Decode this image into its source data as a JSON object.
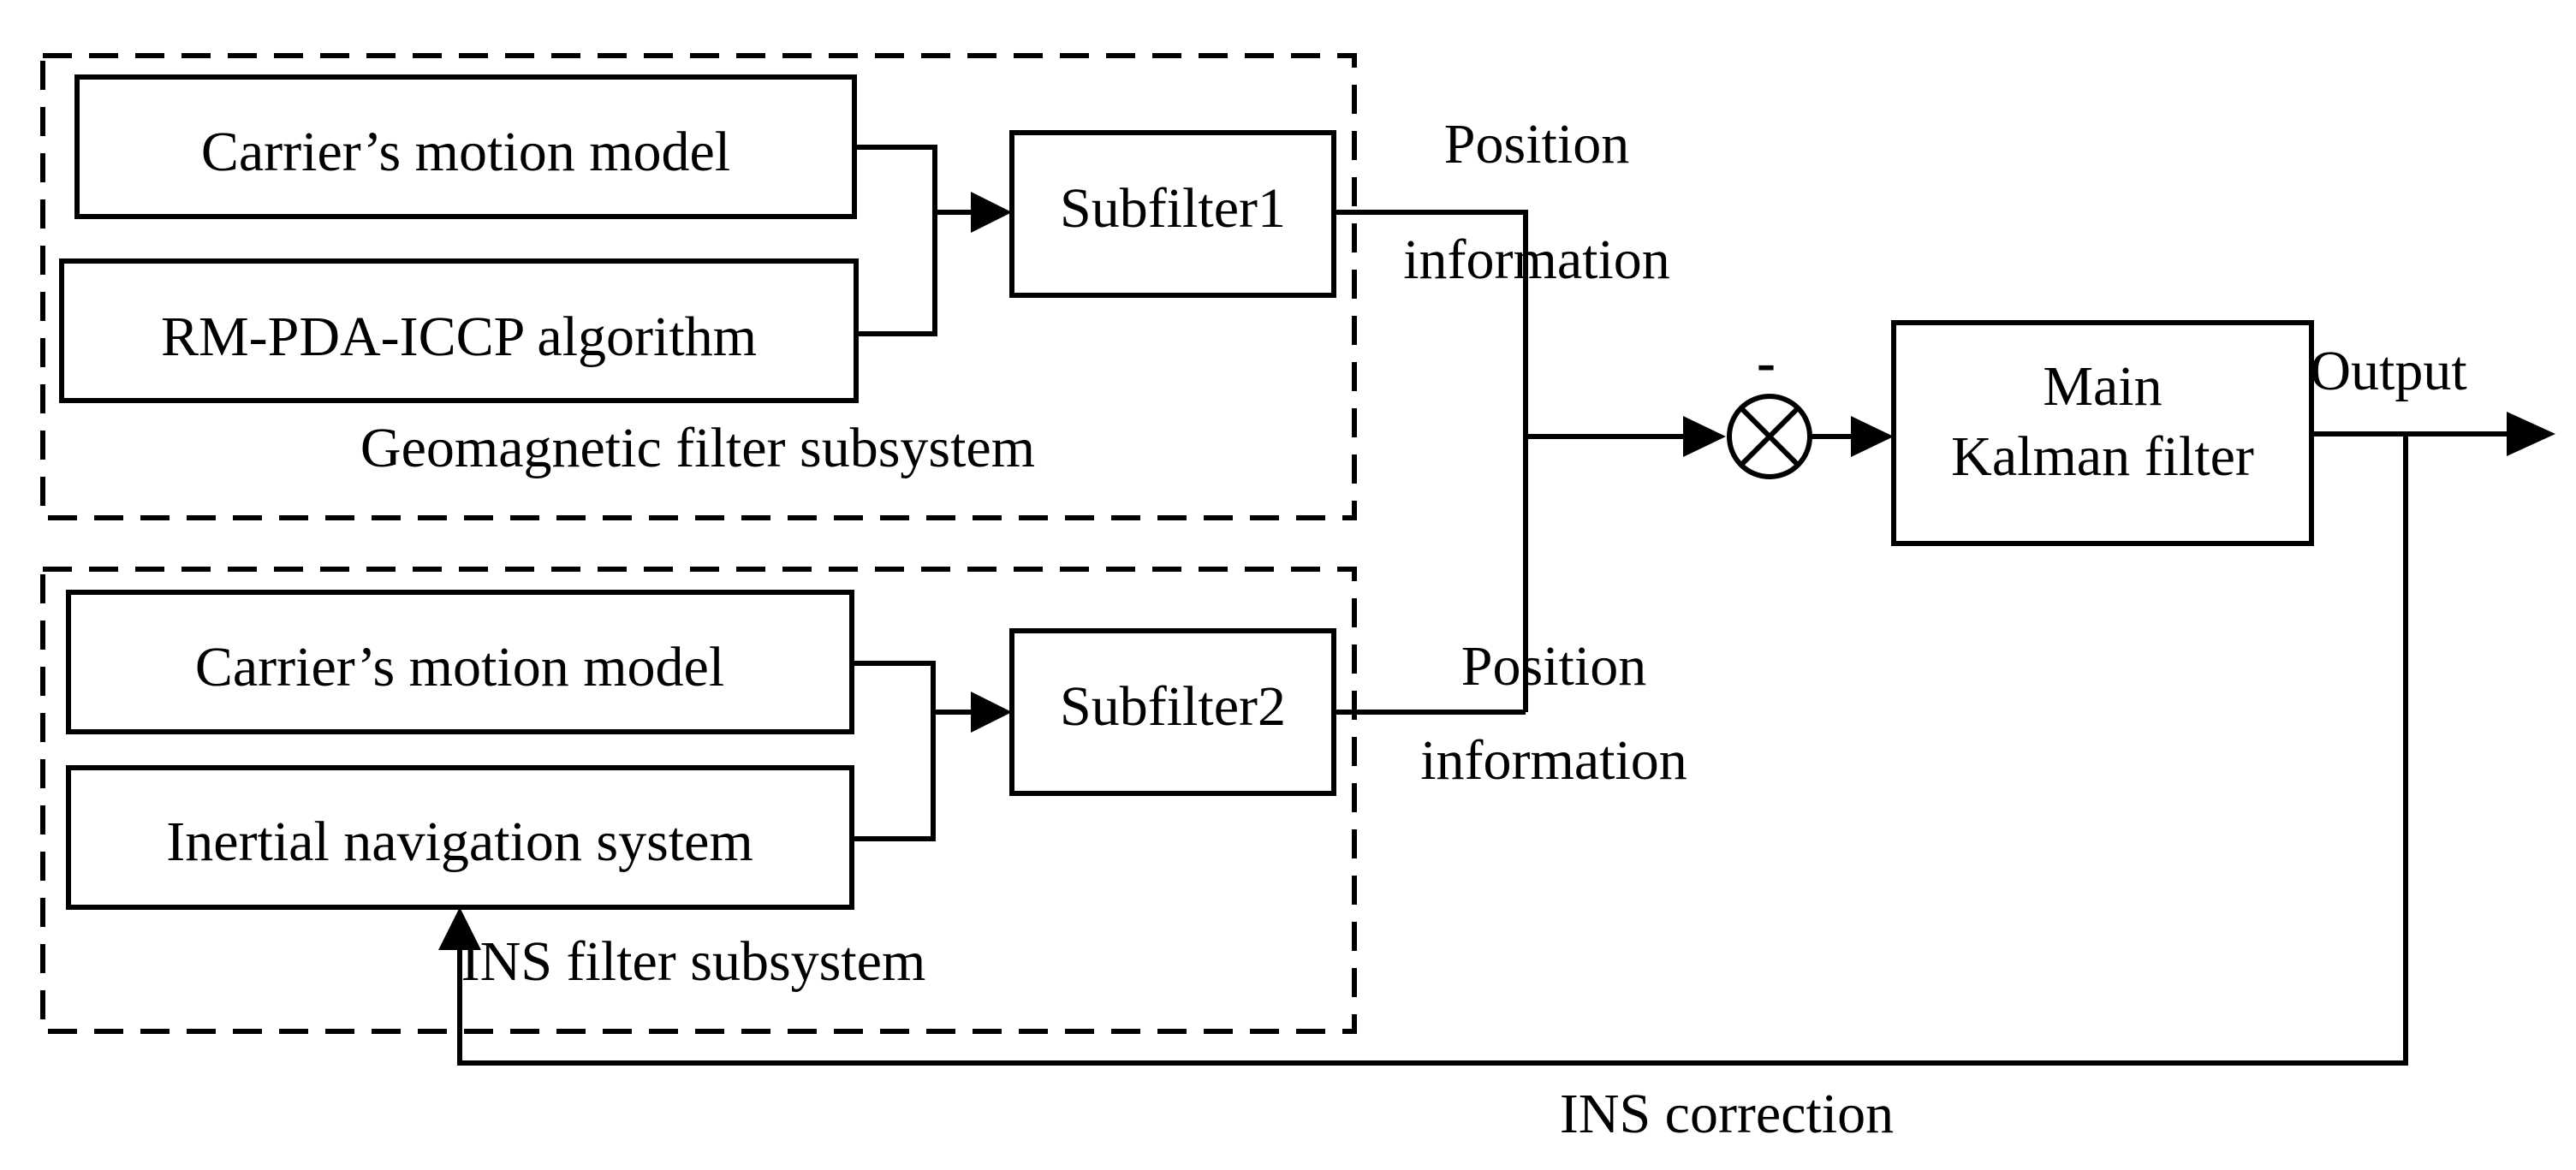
{
  "diagram": {
    "geomagnetic": {
      "motion_model": "Carrier’s motion model",
      "algorithm": "RM-PDA-ICCP algorithm",
      "subfilter": "Subfilter1",
      "subsystem_label": "Geomagnetic filter subsystem",
      "position_line1": "Position",
      "position_line2": "information"
    },
    "ins": {
      "motion_model": "Carrier’s motion model",
      "nav_system": "Inertial navigation system",
      "subfilter": "Subfilter2",
      "subsystem_label": "INS filter subsystem",
      "position_line1": "Position",
      "position_line2": "information"
    },
    "minus_sign": "-",
    "main_filter_line1": "Main",
    "main_filter_line2": "Kalman filter",
    "output_label": "Output",
    "correction_label": "INS correction"
  }
}
